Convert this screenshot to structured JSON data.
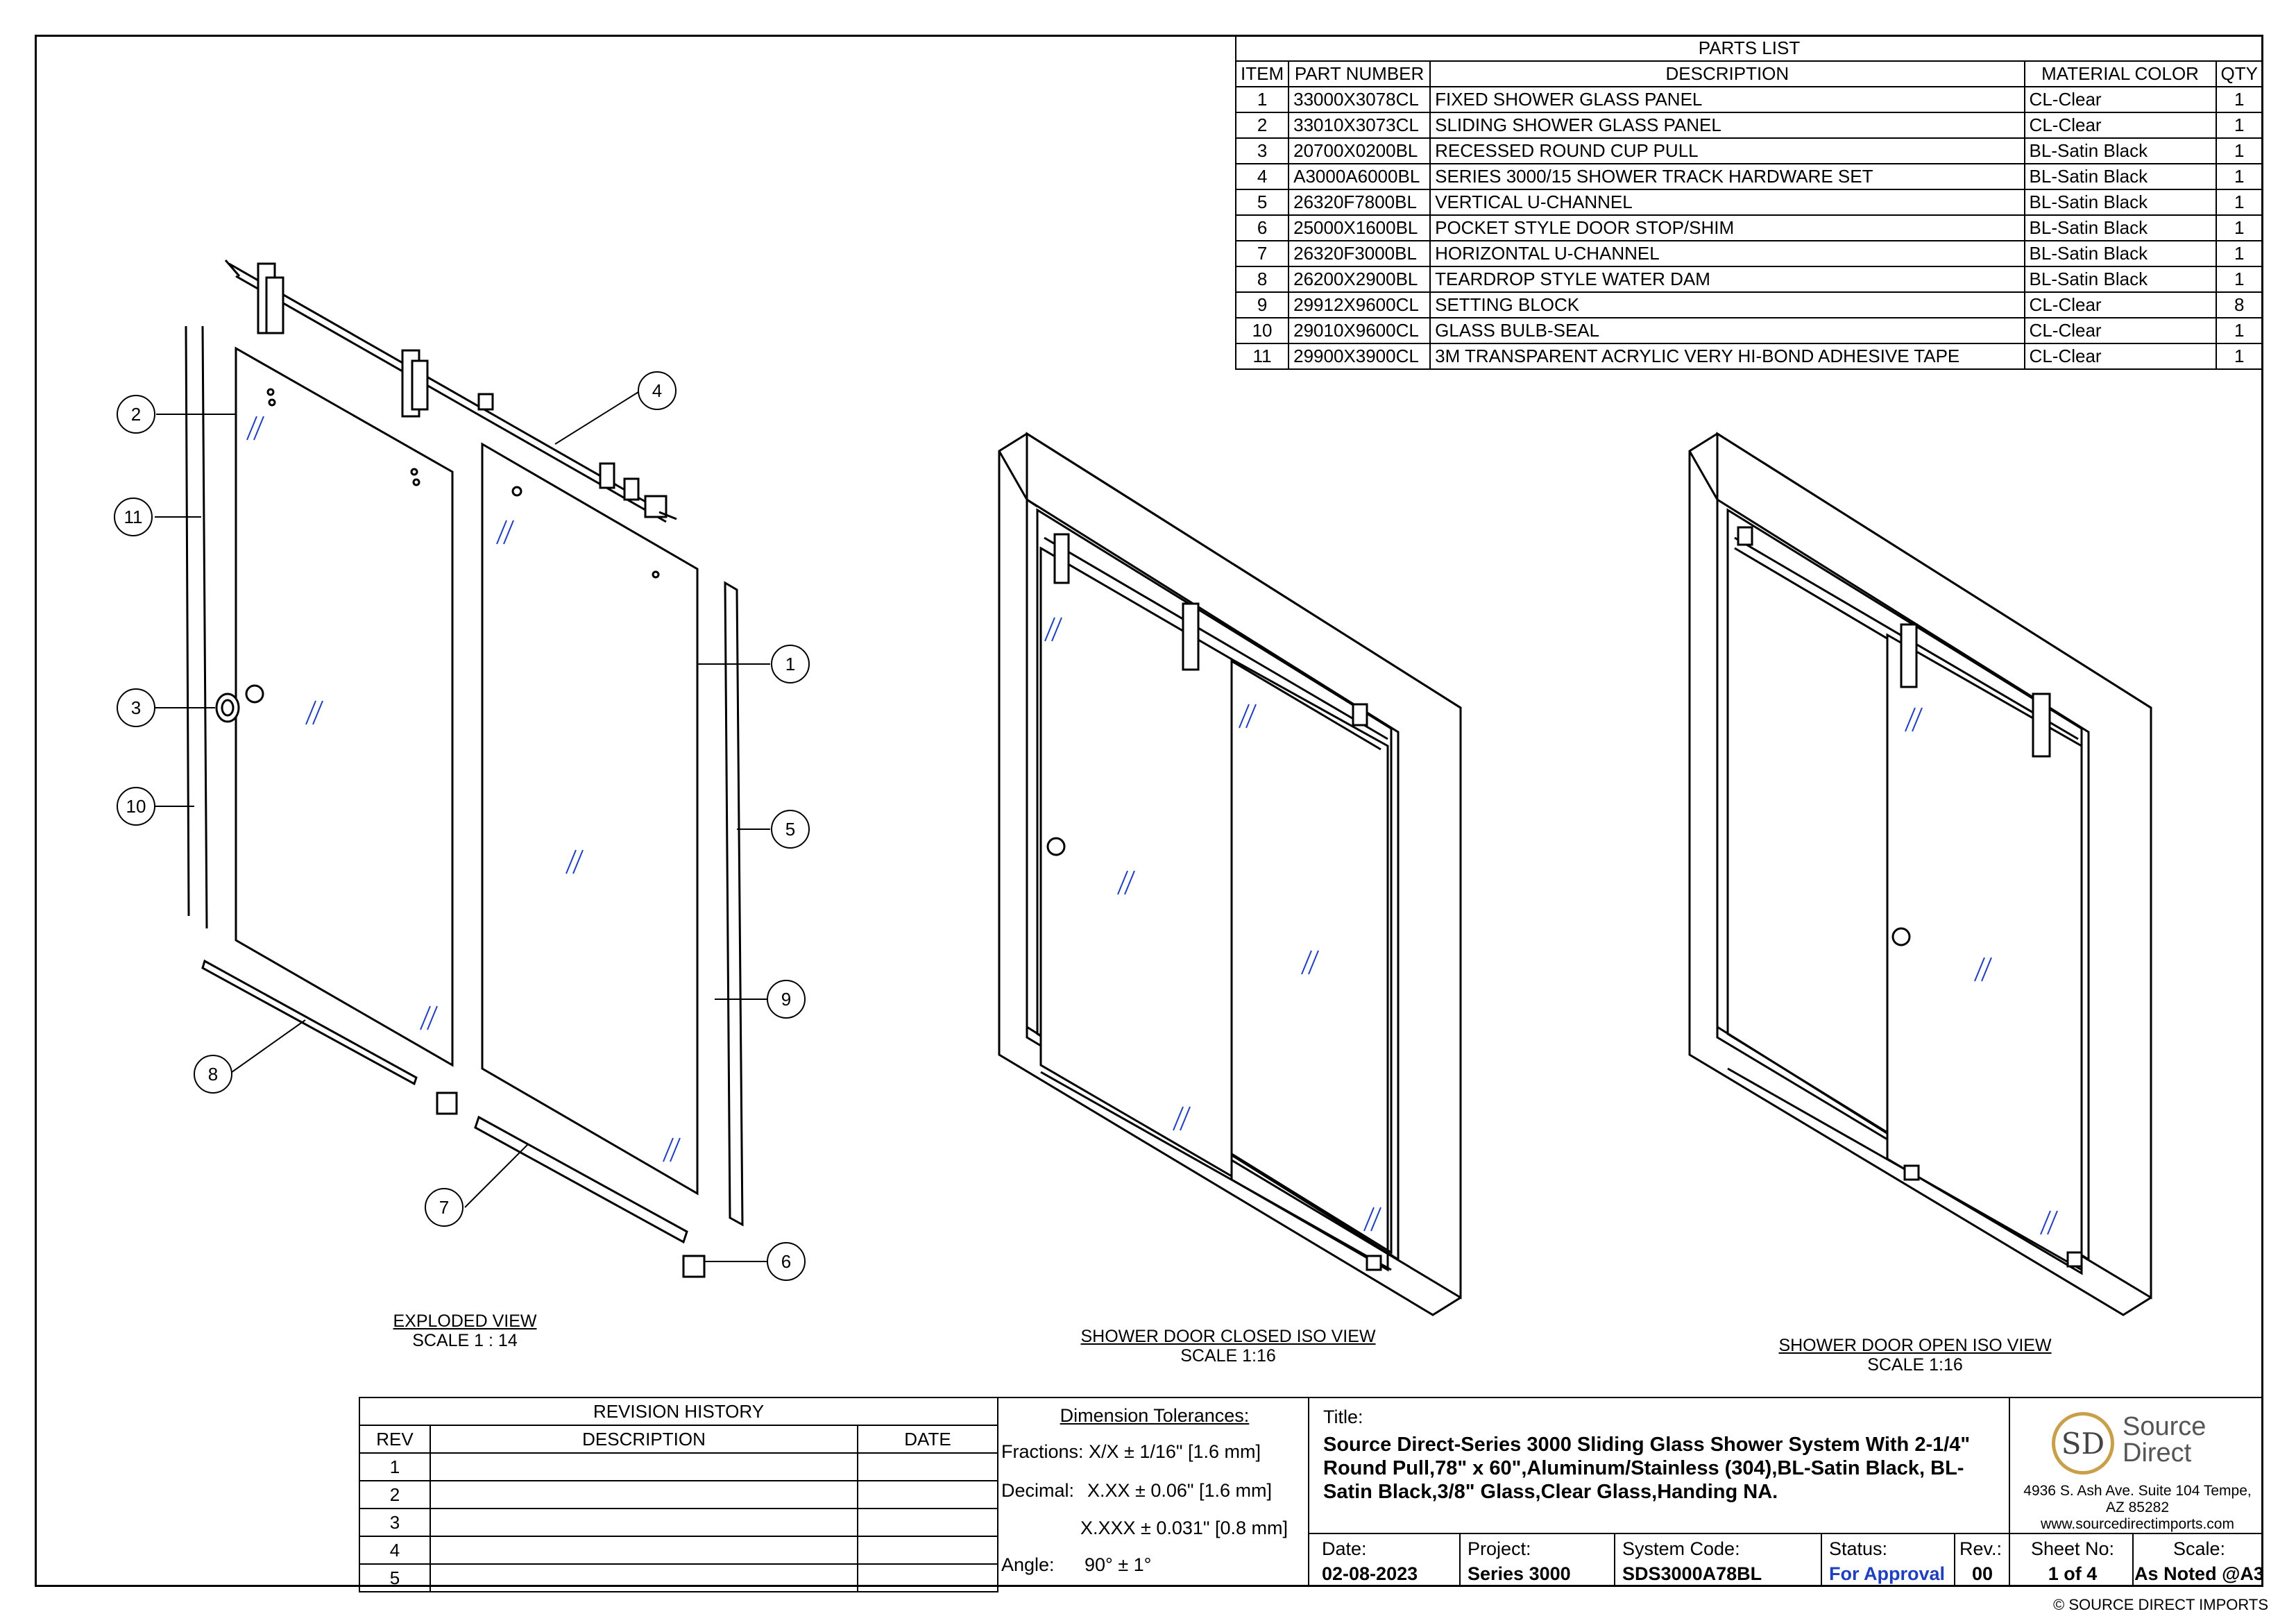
{
  "parts_list": {
    "title": "PARTS LIST",
    "headers": [
      "ITEM",
      "PART NUMBER",
      "DESCRIPTION",
      "MATERIAL COLOR",
      "QTY"
    ],
    "rows": [
      [
        "1",
        "33000X3078CL",
        "FIXED SHOWER GLASS PANEL",
        "CL-Clear",
        "1"
      ],
      [
        "2",
        "33010X3073CL",
        "SLIDING SHOWER GLASS PANEL",
        "CL-Clear",
        "1"
      ],
      [
        "3",
        "20700X0200BL",
        "RECESSED ROUND CUP PULL",
        "BL-Satin Black",
        "1"
      ],
      [
        "4",
        "A3000A6000BL",
        "SERIES 3000/15 SHOWER TRACK HARDWARE SET",
        "BL-Satin Black",
        "1"
      ],
      [
        "5",
        "26320F7800BL",
        "VERTICAL U-CHANNEL",
        "BL-Satin Black",
        "1"
      ],
      [
        "6",
        "25000X1600BL",
        "POCKET STYLE DOOR STOP/SHIM",
        "BL-Satin Black",
        "1"
      ],
      [
        "7",
        "26320F3000BL",
        "HORIZONTAL U-CHANNEL",
        "BL-Satin Black",
        "1"
      ],
      [
        "8",
        "26200X2900BL",
        "TEARDROP STYLE WATER DAM",
        "BL-Satin Black",
        "1"
      ],
      [
        "9",
        "29912X9600CL",
        "SETTING BLOCK",
        "CL-Clear",
        "8"
      ],
      [
        "10",
        "29010X9600CL",
        "GLASS BULB-SEAL",
        "CL-Clear",
        "1"
      ],
      [
        "11",
        "29900X3900CL",
        "3M TRANSPARENT ACRYLIC VERY HI-BOND ADHESIVE TAPE",
        "CL-Clear",
        "1"
      ]
    ]
  },
  "views": {
    "exploded": {
      "title": "EXPLODED VIEW",
      "scale": "SCALE 1 : 14"
    },
    "closed": {
      "title": "SHOWER DOOR CLOSED ISO VIEW",
      "scale": "SCALE 1:16"
    },
    "open": {
      "title": "SHOWER DOOR OPEN ISO VIEW",
      "scale": "SCALE 1:16"
    }
  },
  "balloons": [
    "1",
    "2",
    "3",
    "4",
    "5",
    "6",
    "7",
    "8",
    "9",
    "10",
    "11"
  ],
  "revision_history": {
    "title": "REVISION HISTORY",
    "headers": [
      "REV",
      "DESCRIPTION",
      "DATE"
    ],
    "rows": [
      "1",
      "2",
      "3",
      "4",
      "5"
    ]
  },
  "tolerances": {
    "title": "Dimension Tolerances:",
    "fractions": "Fractions: X/X ± 1/16\" [1.6 mm]",
    "decimal_label": "Decimal:",
    "decimal1": "X.XX ± 0.06\" [1.6 mm]",
    "decimal2": "X.XXX ± 0.031\" [0.8 mm]",
    "angle_label": "Angle:",
    "angle": "90° ± 1°"
  },
  "title_block": {
    "title_label": "Title:",
    "title": "Source Direct-Series 3000 Sliding Glass Shower System With 2-1/4\" Round Pull,78\" x 60\",Aluminum/Stainless (304),BL-Satin Black, BL-Satin Black,3/8\" Glass,Clear Glass,Handing NA.",
    "date_label": "Date:",
    "date": "02-08-2023",
    "project_label": "Project:",
    "project": "Series 3000",
    "system_label": "System Code:",
    "system": "SDS3000A78BL",
    "status_label": "Status:",
    "status": "For Approval",
    "rev_label": "Rev.:",
    "rev": "00",
    "sheet_label": "Sheet No:",
    "sheet": "1 of 4",
    "scale_label": "Scale:",
    "scale": "As Noted @A3"
  },
  "company": {
    "logo_mark": "SD",
    "name_line1": "Source",
    "name_line2": "Direct",
    "address1": "4936 S. Ash Ave. Suite 104 Tempe,",
    "address2": "AZ 85282",
    "website": "www.sourcedirectimports.com",
    "copyright": "© SOURCE DIRECT IMPORTS"
  },
  "colors": {
    "glass_mark": "#1f3fbf",
    "status": "#1f3fbf",
    "logo": "#c9a04a"
  }
}
